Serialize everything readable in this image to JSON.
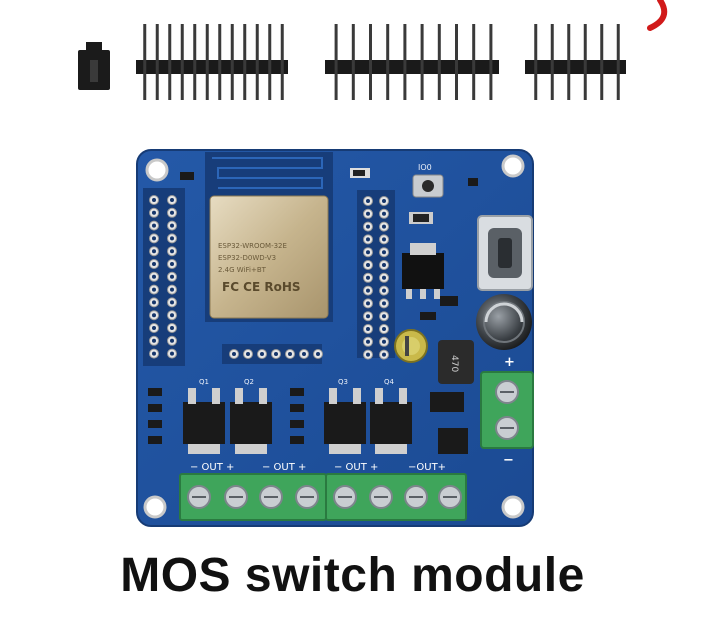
{
  "caption": "MOS switch module",
  "board": {
    "module_text": {
      "line1": "ESP32-WROOM-32E",
      "line2": "ESP32-D0WD-V3",
      "line3": "2.4G WiFi+BT",
      "cert": "FC CE RoHS"
    },
    "silkscreen": {
      "out1": "− OUT +",
      "out2": "− OUT +",
      "out3": "− OUT +",
      "out4": "−OUT+",
      "power_plus": "+",
      "power_minus": "−",
      "inductor": "470",
      "button": "IO0",
      "q1": "Q1",
      "q2": "Q2",
      "q3": "Q3",
      "q4": "Q4"
    }
  },
  "colors": {
    "pcb": "#1f4f9a",
    "pcb_dark": "#173d7a",
    "terminal": "#3fa55b",
    "module_shield": "#c7b48f",
    "header_pin": "#1a1a1a"
  }
}
